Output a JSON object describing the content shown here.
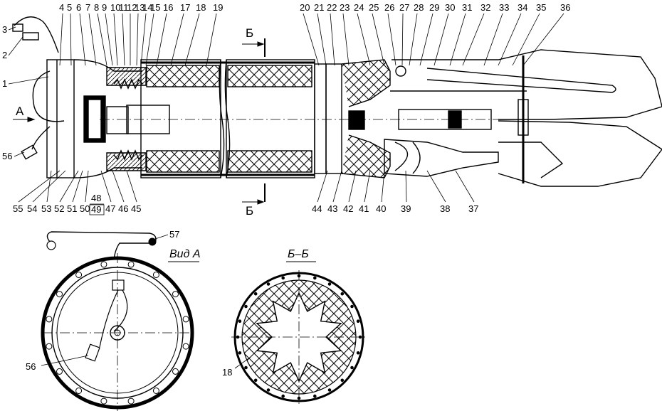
{
  "top_callouts": [
    "4",
    "5",
    "6",
    "7",
    "8",
    "9",
    "10",
    "11",
    "12",
    "13",
    "14",
    "15",
    "16",
    "17",
    "18",
    "19",
    "20",
    "21",
    "22",
    "23",
    "24",
    "25",
    "26",
    "27",
    "28",
    "29",
    "30",
    "31",
    "32",
    "33",
    "34",
    "35",
    "36"
  ],
  "left_callouts": [
    "3",
    "2",
    "1",
    "56"
  ],
  "bottom_callouts": [
    "55",
    "54",
    "53",
    "52",
    "51",
    "50",
    "47",
    "46",
    "45",
    "44",
    "43",
    "42",
    "41",
    "40",
    "39",
    "38",
    "37"
  ],
  "stacked_callouts": {
    "upper": "48",
    "lower": "49"
  },
  "view_a": {
    "title": "Вид А",
    "callouts": [
      "57",
      "56"
    ]
  },
  "section_bb": {
    "title": "Б–Б",
    "callouts": [
      "18"
    ]
  },
  "section_marker": "Б",
  "view_arrow_label": "А",
  "colors": {
    "ink": "#000000",
    "background": "#ffffff"
  }
}
